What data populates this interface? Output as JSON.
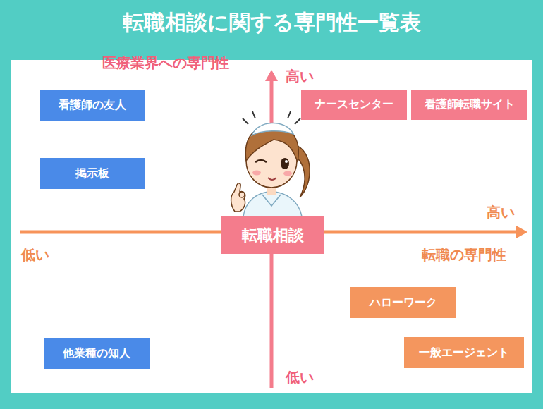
{
  "diagram": {
    "title": "転職相談に関する専門性一覧表",
    "nodes": [
      {
        "text": [
          "看護師の友人"
        ]
      },
      {
        "text": [
          "ナースセンター"
        ]
      },
      {
        "text": [
          "看護師転職サイト"
        ]
      },
      {
        "text": [
          "掲示板"
        ]
      },
      {
        "text": [
          "転職相談"
        ]
      },
      {
        "text": [
          "ハローワーク"
        ]
      },
      {
        "text": [
          "他業種の知人"
        ]
      },
      {
        "text": [
          "一般エージェント"
        ]
      }
    ],
    "labels": [
      "医療業界への専門性",
      "高い",
      "高い",
      "転職の専門性",
      "低い",
      "低い"
    ]
  }
}
